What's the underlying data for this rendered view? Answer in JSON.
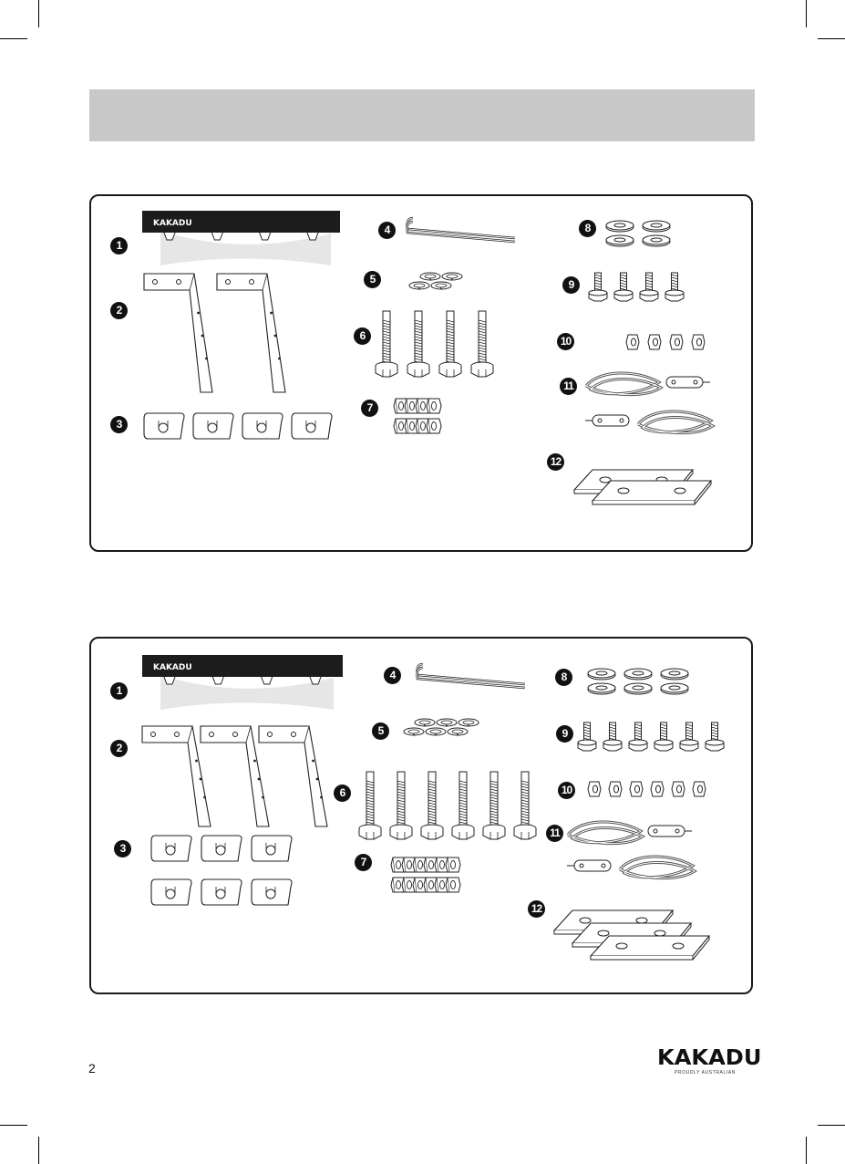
{
  "page": {
    "number": "2"
  },
  "brand": {
    "name": "KAKADU",
    "tagline": "PROUDLY AUSTRALIAN"
  },
  "colors": {
    "header_bar": "#c8c8c8",
    "ink": "#111111",
    "panel_border": "#1a1a1a"
  },
  "kit_a": {
    "parts": [
      {
        "number": "1",
        "name": "roof-rack-bar",
        "quantity": 1
      },
      {
        "number": "2",
        "name": "l-bracket",
        "quantity": 2
      },
      {
        "number": "3",
        "name": "channel-nut",
        "quantity": 4
      },
      {
        "number": "4",
        "name": "allen-key",
        "quantity": 2
      },
      {
        "number": "5",
        "name": "split-washer",
        "quantity": 4
      },
      {
        "number": "6",
        "name": "long-bolt",
        "quantity": 4
      },
      {
        "number": "7",
        "name": "hex-nut",
        "quantity": 8
      },
      {
        "number": "8",
        "name": "flat-washer",
        "quantity": 4
      },
      {
        "number": "9",
        "name": "short-bolt",
        "quantity": 4
      },
      {
        "number": "10",
        "name": "lock-nut",
        "quantity": 4
      },
      {
        "number": "11",
        "name": "security-cable",
        "quantity": 2
      },
      {
        "number": "12",
        "name": "rubber-pad",
        "quantity": 2
      }
    ]
  },
  "kit_b": {
    "parts": [
      {
        "number": "1",
        "name": "roof-rack-bar",
        "quantity": 1
      },
      {
        "number": "2",
        "name": "l-bracket",
        "quantity": 3
      },
      {
        "number": "3",
        "name": "channel-nut",
        "quantity": 6
      },
      {
        "number": "4",
        "name": "allen-key",
        "quantity": 2
      },
      {
        "number": "5",
        "name": "split-washer",
        "quantity": 6
      },
      {
        "number": "6",
        "name": "long-bolt",
        "quantity": 6
      },
      {
        "number": "7",
        "name": "hex-nut",
        "quantity": 12
      },
      {
        "number": "8",
        "name": "flat-washer",
        "quantity": 6
      },
      {
        "number": "9",
        "name": "short-bolt",
        "quantity": 6
      },
      {
        "number": "10",
        "name": "lock-nut",
        "quantity": 6
      },
      {
        "number": "11",
        "name": "security-cable",
        "quantity": 2
      },
      {
        "number": "12",
        "name": "rubber-pad",
        "quantity": 3
      }
    ]
  }
}
